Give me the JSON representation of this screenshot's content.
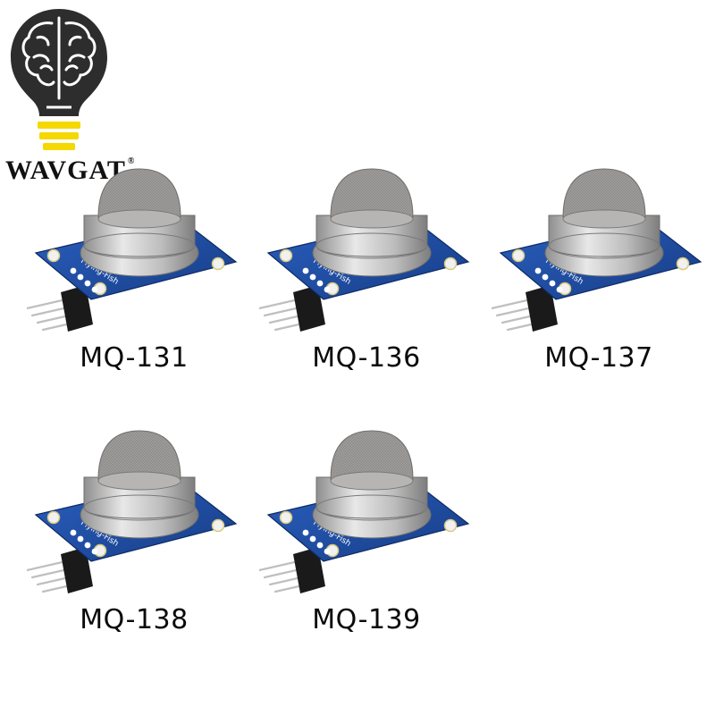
{
  "brand": {
    "name": "WAVGAT",
    "registered_mark": "®"
  },
  "sensors": [
    {
      "model": "MQ-131",
      "board_text": "Flying-Fish"
    },
    {
      "model": "MQ-136",
      "board_text": "Flying-Fish"
    },
    {
      "model": "MQ-137",
      "board_text": "Flying-Fish"
    },
    {
      "model": "MQ-138",
      "board_text": "Flying-Fish"
    },
    {
      "model": "MQ-139",
      "board_text": "Flying-Fish"
    }
  ],
  "colors": {
    "pcb_blue": "#1f4fa6",
    "mesh_grey": "#9c9a98",
    "steel": "#c9c9c9",
    "logo_dark": "#2d2d2d",
    "logo_yellow": "#f5d800"
  }
}
